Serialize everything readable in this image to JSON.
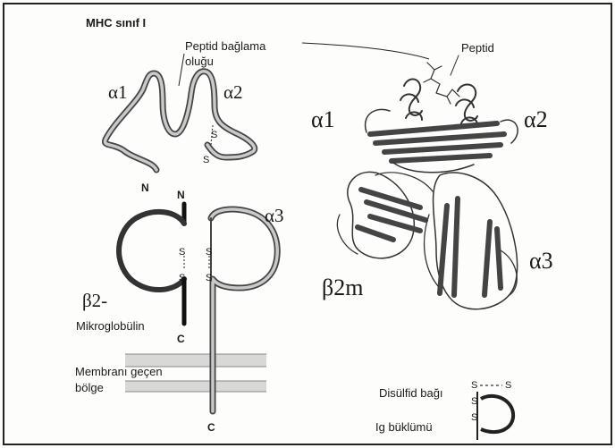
{
  "title": "MHC sınıf I",
  "labels": {
    "peptide_groove": [
      "Peptid bağlama",
      "oluğu"
    ],
    "peptide": "Peptid",
    "alpha1_left": "α1",
    "alpha2_left": "α2",
    "alpha3_left": "α3",
    "n_top": "N",
    "n_beta": "N",
    "beta2_line1": "β2-",
    "beta2_line2": "Mikroglobülin",
    "c_beta": "C",
    "c_alpha": "C",
    "membrane": [
      "Membranı geçen",
      "bölge"
    ],
    "alpha1_right": "α1",
    "alpha2_right": "α2",
    "alpha3_right": "α3",
    "beta2m_right": "β2m",
    "legend_disulfide": "Disülfid bağı",
    "legend_ig": "Ig büklümü",
    "s": "S"
  },
  "colors": {
    "background": "#fdfdfb",
    "ink": "#1a1a1a",
    "chain": "#555555",
    "membrane_band": "#bdbdbd"
  }
}
